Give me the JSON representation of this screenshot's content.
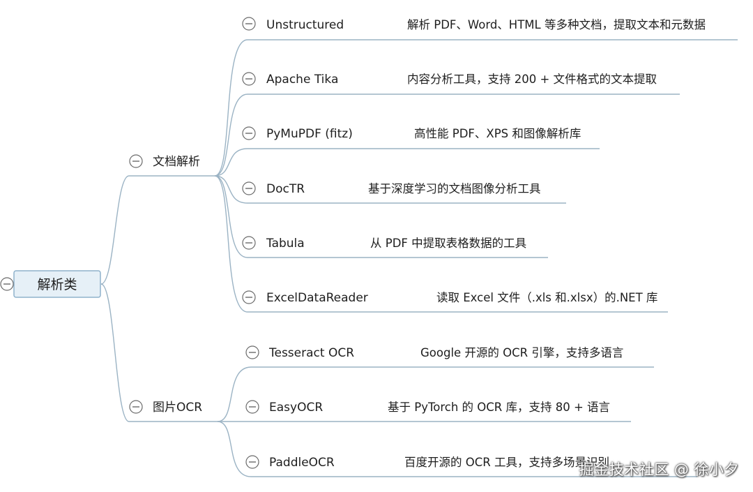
{
  "root": {
    "label": "解析类"
  },
  "branches": [
    {
      "label": "文档解析",
      "items": [
        {
          "name": "Unstructured",
          "desc": "解析 PDF、Word、HTML 等多种文档，提取文本和元数据"
        },
        {
          "name": "Apache Tika",
          "desc": "内容分析工具，支持 200 + 文件格式的文本提取"
        },
        {
          "name": "PyMuPDF (fitz)",
          "desc": "高性能 PDF、XPS 和图像解析库"
        },
        {
          "name": "DocTR",
          "desc": "基于深度学习的文档图像分析工具"
        },
        {
          "name": "Tabula",
          "desc": "从 PDF 中提取表格数据的工具"
        },
        {
          "name": "ExcelDataReader",
          "desc": "读取 Excel 文件（.xls 和.xlsx）的.NET 库"
        }
      ]
    },
    {
      "label": "图片OCR",
      "items": [
        {
          "name": "Tesseract OCR",
          "desc": "Google 开源的 OCR 引擎，支持多语言"
        },
        {
          "name": "EasyOCR",
          "desc": "基于 PyTorch 的 OCR 库，支持 80 + 语言"
        },
        {
          "name": "PaddleOCR",
          "desc": "百度开源的 OCR 工具，支持多场景识别"
        }
      ]
    }
  ],
  "watermark": "掘金技术社区 @ 徐小夕",
  "colors": {
    "line": "#9bb3c4",
    "root_fill": "#e6f0f7",
    "root_stroke": "#8fb2cc",
    "toggle": "#6a6a6a"
  }
}
